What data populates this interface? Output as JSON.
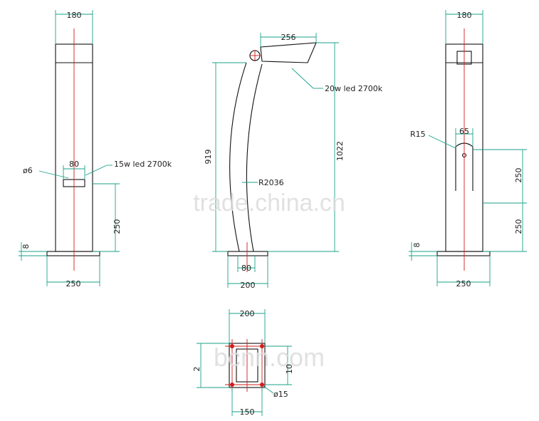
{
  "drawing": {
    "front_view": {
      "top_width": "180",
      "fixture_width": "80",
      "hole_diameter": "ø6",
      "led_spec": "15w led 2700k",
      "upper_height": "250",
      "base_thickness": "8",
      "base_width": "250"
    },
    "side_view": {
      "head_width": "256",
      "led_spec": "20w led 2700k",
      "height_left": "919",
      "height_right": "1022",
      "radius": "R2036",
      "foot_width": "80",
      "base_width": "200"
    },
    "rear_view": {
      "top_width": "180",
      "corner_radius": "R15",
      "slot_width": "65",
      "upper_height": "250",
      "lower_height": "250",
      "base_thickness": "8",
      "base_width": "250"
    },
    "plan_view": {
      "outer_width": "200",
      "outer_height": "2",
      "inner_height": "10",
      "hole_diameter": "ø15",
      "bolt_spacing": "150"
    }
  },
  "watermarks": {
    "primary": "trade.china.cn",
    "secondary": "bcnn.com"
  },
  "colors": {
    "outline": "#111111",
    "dimension": "#19a28a",
    "centerline": "#d21c1c"
  }
}
